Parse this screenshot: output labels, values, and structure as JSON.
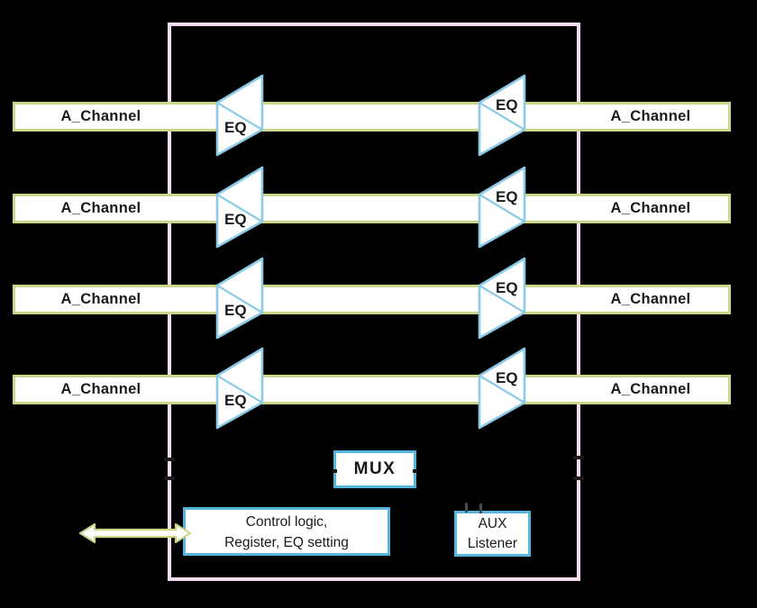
{
  "colors": {
    "chip_border": "#f3dcee",
    "olive": "#cbd688",
    "eq_stroke": "#8ccbe8",
    "box_border": "#57b6e0",
    "ink": "#1a1a1a",
    "fill": "#ffffff",
    "bg": "#000000"
  },
  "channels": [
    {
      "left_label": "A_Channel",
      "right_label": "A_Channel",
      "eq_left": "EQ",
      "eq_right": "EQ"
    },
    {
      "left_label": "A_Channel",
      "right_label": "A_Channel",
      "eq_left": "EQ",
      "eq_right": "EQ"
    },
    {
      "left_label": "A_Channel",
      "right_label": "A_Channel",
      "eq_left": "EQ",
      "eq_right": "EQ"
    },
    {
      "left_label": "A_Channel",
      "right_label": "A_Channel",
      "eq_left": "EQ",
      "eq_right": "EQ"
    }
  ],
  "mux": {
    "label": "MUX"
  },
  "control_box": {
    "line1": "Control logic,",
    "line2": "Register, EQ setting"
  },
  "aux_box": {
    "line1": "AUX",
    "line2": "Listener"
  }
}
